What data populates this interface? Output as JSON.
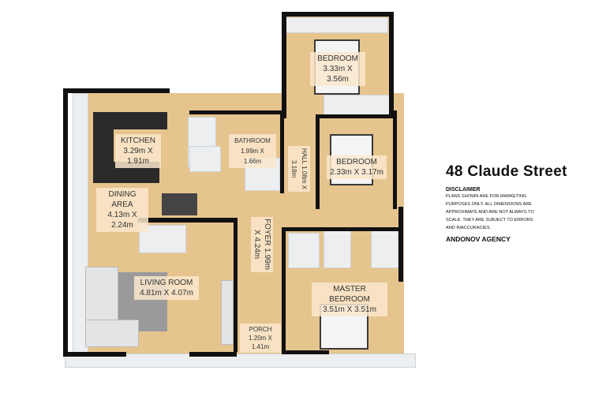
{
  "rooms": {
    "bedroom_top": {
      "name": "BEDROOM",
      "size": "3.33m X 3.56m"
    },
    "kitchen": {
      "name": "KITCHEN",
      "size": "3.29m X 1.91m"
    },
    "bathroom": {
      "name": "BATHROOM",
      "size": "1.99m X 1.66m"
    },
    "hall": {
      "name": "HALL",
      "size": "1.08m X 3.18m"
    },
    "bedroom_2": {
      "name": "BEDROOM",
      "size": "2.33m X 3.17m"
    },
    "dining": {
      "name": "DINING AREA",
      "size": "4.13m X 2.24m"
    },
    "foyer": {
      "name": "FOYER",
      "size": "1.99m X 4.24m"
    },
    "living": {
      "name": "LIVING ROOM",
      "size": "4.81m X 4.07m"
    },
    "master": {
      "name": "MASTER BEDROOM",
      "size": "3.51m X 3.51m"
    },
    "porch": {
      "name": "PORCH",
      "size": "1.20m X 1.41m"
    }
  },
  "info": {
    "title": "48 Claude Street",
    "disclaimer_heading": "DISCLAIMER",
    "disclaimer_text": "Plans shown are for marketing purposes only. All dimensions are approximate and are not always to scale. They are subject to errors and inaccuracies.",
    "agency": "ANDONOV AGENCY"
  },
  "colors": {
    "floor": "#e6c48d",
    "wall": "#111111"
  }
}
